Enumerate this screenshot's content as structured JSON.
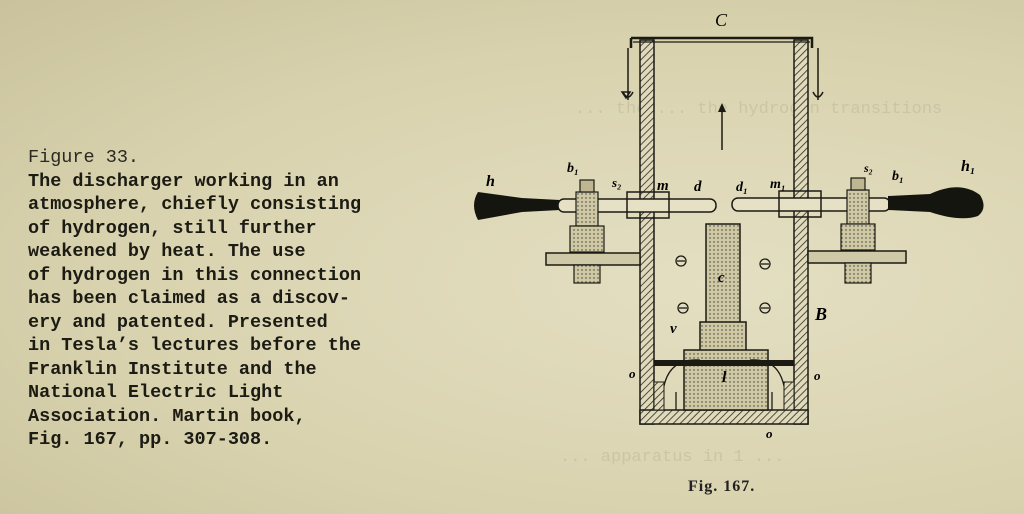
{
  "caption": {
    "figure_label": "Figure 33.",
    "lines": [
      "The discharger working in an",
      "atmosphere, chiefly consisting",
      "of hydrogen, still further",
      "weakened by heat.  The use",
      "of hydrogen in this connection",
      "has been claimed as a discov-",
      "ery and patented.  Presented",
      "in Tesla’s lectures before the",
      "Franklin Institute and the",
      "National Electric Light",
      "Association.  Martin book,",
      "Fig. 167, pp. 307-308."
    ]
  },
  "figure": {
    "number": "Fig. 167.",
    "labels": {
      "top": "C",
      "left_handle": "h",
      "left_b": "b₁",
      "left_s": "s₂",
      "left_m": "m",
      "left_d": "d",
      "right_d": "d₁",
      "right_m": "m₁",
      "right_s": "s₂",
      "right_b": "b₁",
      "right_handle": "h₁",
      "vessel": "B",
      "cylinder": "c",
      "lamp": "l",
      "plate": "v",
      "left_o": "o",
      "right_o": "o",
      "bottom_o": "o"
    }
  }
}
